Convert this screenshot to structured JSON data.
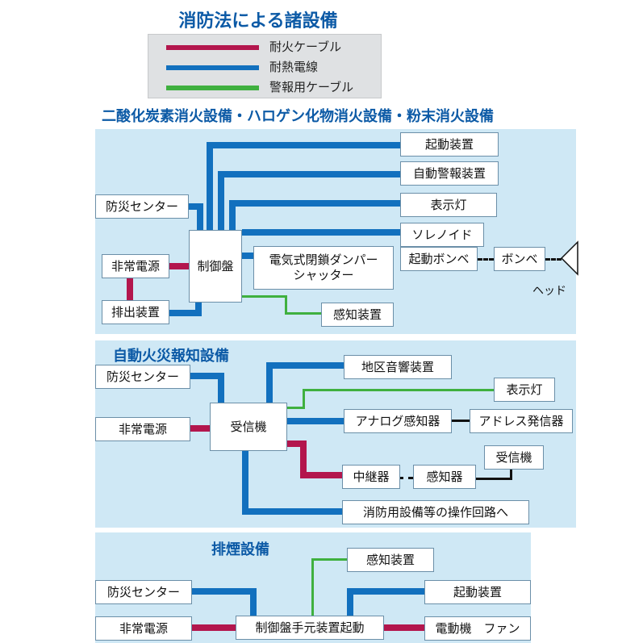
{
  "title": "消防法による諸設備",
  "legend": [
    {
      "label": "耐火ケーブル",
      "color": "#b3164d"
    },
    {
      "label": "耐熱電線",
      "color": "#1270be"
    },
    {
      "label": "警報用ケーブル",
      "color": "#3fb03f"
    }
  ],
  "section1": {
    "title": "二酸化炭素消火設備・ハロゲン化物消火設備・粉末消火設備",
    "boxes": {
      "bousai": "防災センター",
      "hijou": "非常電源",
      "haishutsu": "排出装置",
      "seigyo": "制御盤",
      "kidou": "起動装置",
      "jidou": "自動警報装置",
      "hyouji": "表示灯",
      "solenoid": "ソレノイド",
      "kidou_bombe": "起動ボンベ",
      "bombe": "ボンベ",
      "damper_1": "電気式閉鎖ダンパー",
      "damper_2": "シャッター",
      "kanchi": "感知装置",
      "head": "ヘッド"
    }
  },
  "section2": {
    "title": "自動火災報知設備",
    "boxes": {
      "bousai": "防災センター",
      "hijou": "非常電源",
      "jushinki": "受信機",
      "chiku": "地区音響装置",
      "hyouji": "表示灯",
      "analog": "アナログ感知器",
      "address": "アドレス発信器",
      "chukei": "中継器",
      "kanchiki": "感知器",
      "jushinki2": "受信機",
      "sousa": "消防用設備等の操作回路へ"
    }
  },
  "section3": {
    "title": "排煙設備",
    "boxes": {
      "bousai": "防災センター",
      "hijou": "非常電源",
      "seigyo": "制御盤手元装置起動",
      "kanchi": "感知装置",
      "kidou": "起動装置",
      "motor": "電動機　ファン"
    }
  }
}
